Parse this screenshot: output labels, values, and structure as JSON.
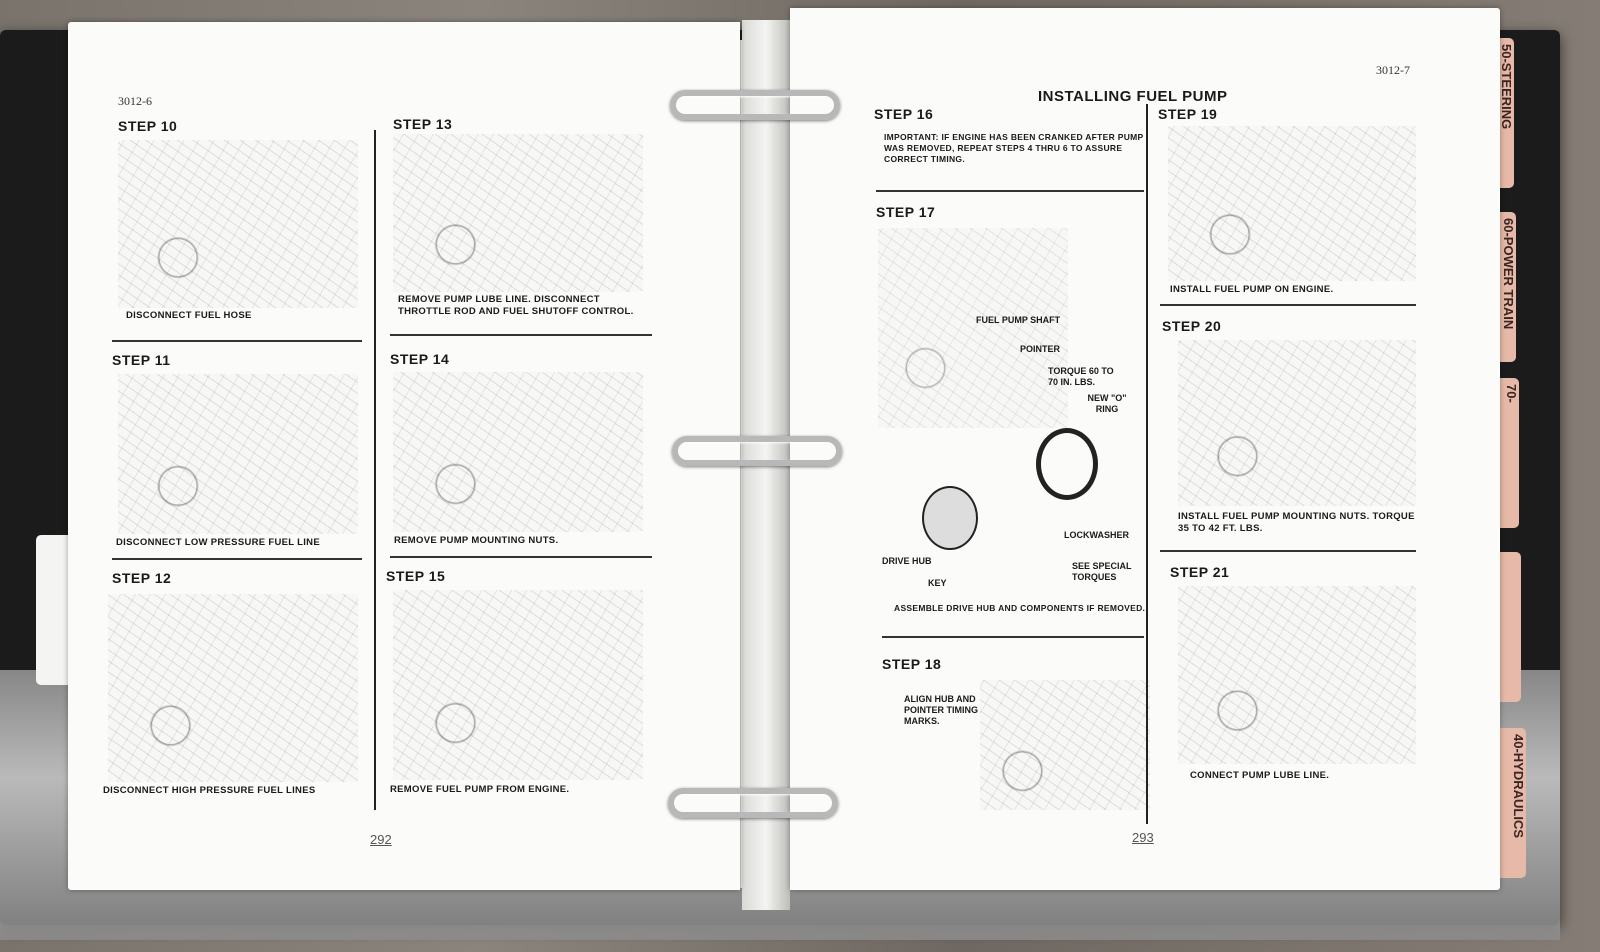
{
  "scene": "Open three-ring binder service manual on wooden surface",
  "tabs": [
    {
      "label": "50-STEERING"
    },
    {
      "label": "60-POWER TRAIN"
    },
    {
      "label": "70-"
    },
    {
      "label": ""
    },
    {
      "label": "40-HYDRAULICS"
    }
  ],
  "left_page": {
    "page_id": "3012-6",
    "page_number": "292",
    "steps": [
      {
        "title": "STEP 10",
        "caption": "DISCONNECT FUEL HOSE"
      },
      {
        "title": "STEP 11",
        "caption": "DISCONNECT LOW PRESSURE FUEL LINE"
      },
      {
        "title": "STEP 12",
        "caption": "DISCONNECT HIGH PRESSURE FUEL LINES"
      },
      {
        "title": "STEP 13",
        "caption": "REMOVE PUMP LUBE LINE. DISCONNECT THROTTLE ROD AND FUEL SHUTOFF CONTROL."
      },
      {
        "title": "STEP 14",
        "caption": "REMOVE PUMP MOUNTING NUTS."
      },
      {
        "title": "STEP 15",
        "caption": "REMOVE FUEL PUMP FROM ENGINE."
      }
    ]
  },
  "right_page": {
    "page_id": "3012-7",
    "page_number": "293",
    "heading": "INSTALLING FUEL PUMP",
    "step16": {
      "title": "STEP 16",
      "text": "IMPORTANT: IF ENGINE HAS BEEN CRANKED AFTER PUMP WAS REMOVED, REPEAT STEPS 4 THRU 6 TO ASSURE CORRECT TIMING."
    },
    "step17": {
      "title": "STEP 17",
      "labels": {
        "shaft": "FUEL PUMP SHAFT",
        "pointer": "POINTER",
        "torque": "TORQUE 60 TO 70 IN. LBS.",
        "oring": "NEW \"O\" RING",
        "drive_hub": "DRIVE HUB",
        "key": "KEY",
        "lockwasher": "LOCKWASHER",
        "special": "SEE SPECIAL TORQUES"
      },
      "caption": "ASSEMBLE DRIVE HUB AND COMPONENTS IF REMOVED."
    },
    "step18": {
      "title": "STEP 18",
      "label": "ALIGN HUB AND POINTER TIMING MARKS."
    },
    "step19": {
      "title": "STEP 19",
      "caption": "INSTALL FUEL PUMP ON ENGINE."
    },
    "step20": {
      "title": "STEP 20",
      "caption": "INSTALL FUEL PUMP MOUNTING NUTS. TORQUE 35 TO 42 FT. LBS."
    },
    "step21": {
      "title": "STEP 21",
      "caption": "CONNECT PUMP LUBE LINE."
    }
  }
}
